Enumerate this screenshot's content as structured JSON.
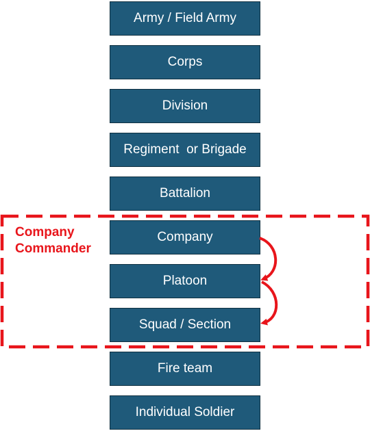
{
  "hierarchy": {
    "levels": [
      "Army / Field Army",
      "Corps",
      "Division",
      "Regiment  or Brigade",
      "Battalion",
      "Company",
      "Platoon",
      "Squad / Section",
      "Fire team",
      "Individual Soldier"
    ]
  },
  "group": {
    "label_line1": "Company",
    "label_line2": "Commander",
    "color": "#e8151b"
  },
  "colors": {
    "box_fill": "#1f5a7a",
    "box_text": "#ffffff"
  }
}
